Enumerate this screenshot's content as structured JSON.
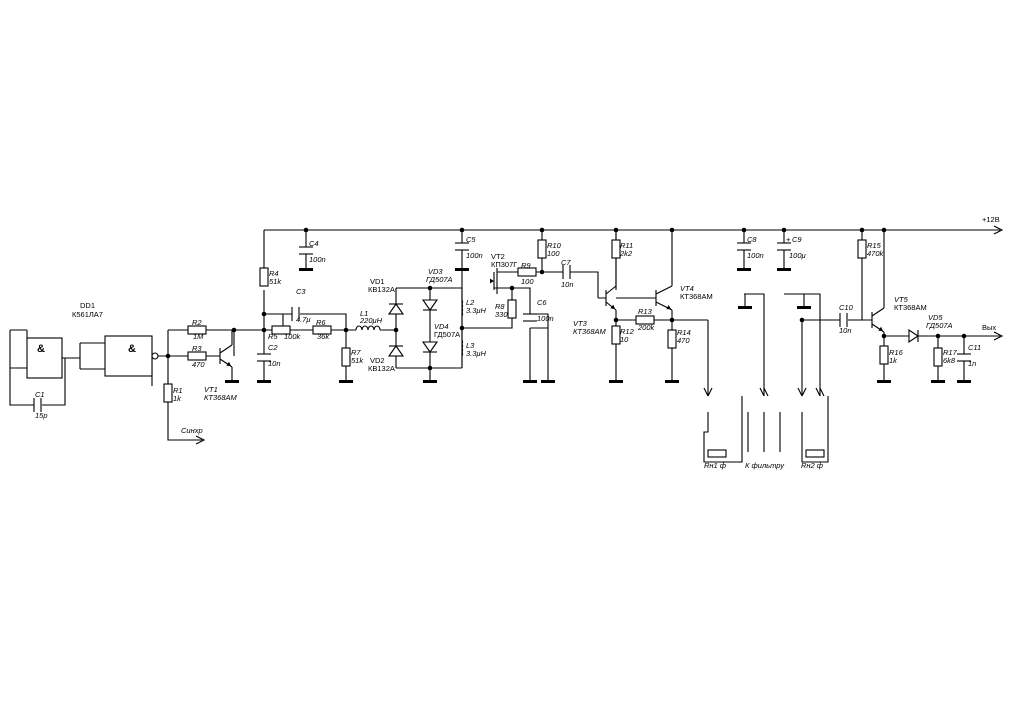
{
  "diagram": {
    "rail_label": "+12В",
    "out_label": "Вых",
    "sync_label": "Синхр",
    "gate_symbol": "&",
    "dd1": {
      "ref": "DD1",
      "part": "К561ЛА7"
    },
    "transistors": {
      "vt1": {
        "ref": "VT1",
        "part": "КТ368АМ"
      },
      "vt2": {
        "ref": "VT2",
        "part": "КП307Г"
      },
      "vt3": {
        "ref": "VT3",
        "part": "КТ368АМ"
      },
      "vt4": {
        "ref": "VT4",
        "part": "КТ368АМ"
      },
      "vt5": {
        "ref": "VT5",
        "part": "КТ368АМ"
      }
    },
    "resistors": {
      "r1": {
        "ref": "R1",
        "val": "1k"
      },
      "r2": {
        "ref": "R2",
        "val": "1M"
      },
      "r3": {
        "ref": "R3",
        "val": "470"
      },
      "r4": {
        "ref": "R4",
        "val": "51k"
      },
      "r5": {
        "ref": "R5",
        "val": "100k"
      },
      "r6": {
        "ref": "R6",
        "val": "36k"
      },
      "r7": {
        "ref": "R7",
        "val": "51k"
      },
      "r8": {
        "ref": "R8",
        "val": "330"
      },
      "r9": {
        "ref": "R9",
        "val": "100"
      },
      "r10": {
        "ref": "R10",
        "val": "100"
      },
      "r11": {
        "ref": "R11",
        "val": "2k2"
      },
      "r12": {
        "ref": "R12",
        "val": "10"
      },
      "r13": {
        "ref": "R13",
        "val": "200k"
      },
      "r14": {
        "ref": "R14",
        "val": "470"
      },
      "r15": {
        "ref": "R15",
        "val": "470k"
      },
      "r16": {
        "ref": "R16",
        "val": "1k"
      },
      "r17": {
        "ref": "R17",
        "val": "6k8"
      }
    },
    "capacitors": {
      "c1": {
        "ref": "C1",
        "val": "15p"
      },
      "c2": {
        "ref": "C2",
        "val": "10n"
      },
      "c3": {
        "ref": "C3",
        "val": "4.7μ"
      },
      "c4": {
        "ref": "C4",
        "val": "100n"
      },
      "c5": {
        "ref": "C5",
        "val": "100n"
      },
      "c6": {
        "ref": "C6",
        "val": "100n"
      },
      "c7": {
        "ref": "C7",
        "val": "10n"
      },
      "c8": {
        "ref": "C8",
        "val": "100n"
      },
      "c9": {
        "ref": "C9",
        "val": "100μ"
      },
      "c10": {
        "ref": "C10",
        "val": "10n"
      },
      "c11": {
        "ref": "C11",
        "val": "1n"
      }
    },
    "inductors": {
      "l1": {
        "ref": "L1",
        "val": "220μH"
      },
      "l2": {
        "ref": "L2",
        "val": "3.3μH"
      },
      "l3": {
        "ref": "L3",
        "val": "3.3μH"
      }
    },
    "diodes": {
      "vd1": {
        "ref": "VD1",
        "part": "КВ132А"
      },
      "vd2": {
        "ref": "VD2",
        "part": "КВ132А"
      },
      "vd3": {
        "ref": "VD3",
        "part": "ГД507А"
      },
      "vd4": {
        "ref": "VD4",
        "part": "ГД507А"
      },
      "vd5": {
        "ref": "VD5",
        "part": "ГД507А"
      }
    },
    "connectors": {
      "jack1": "Rн1 ф",
      "filter": "К фильтру",
      "jack2": "Rн2 ф"
    }
  }
}
